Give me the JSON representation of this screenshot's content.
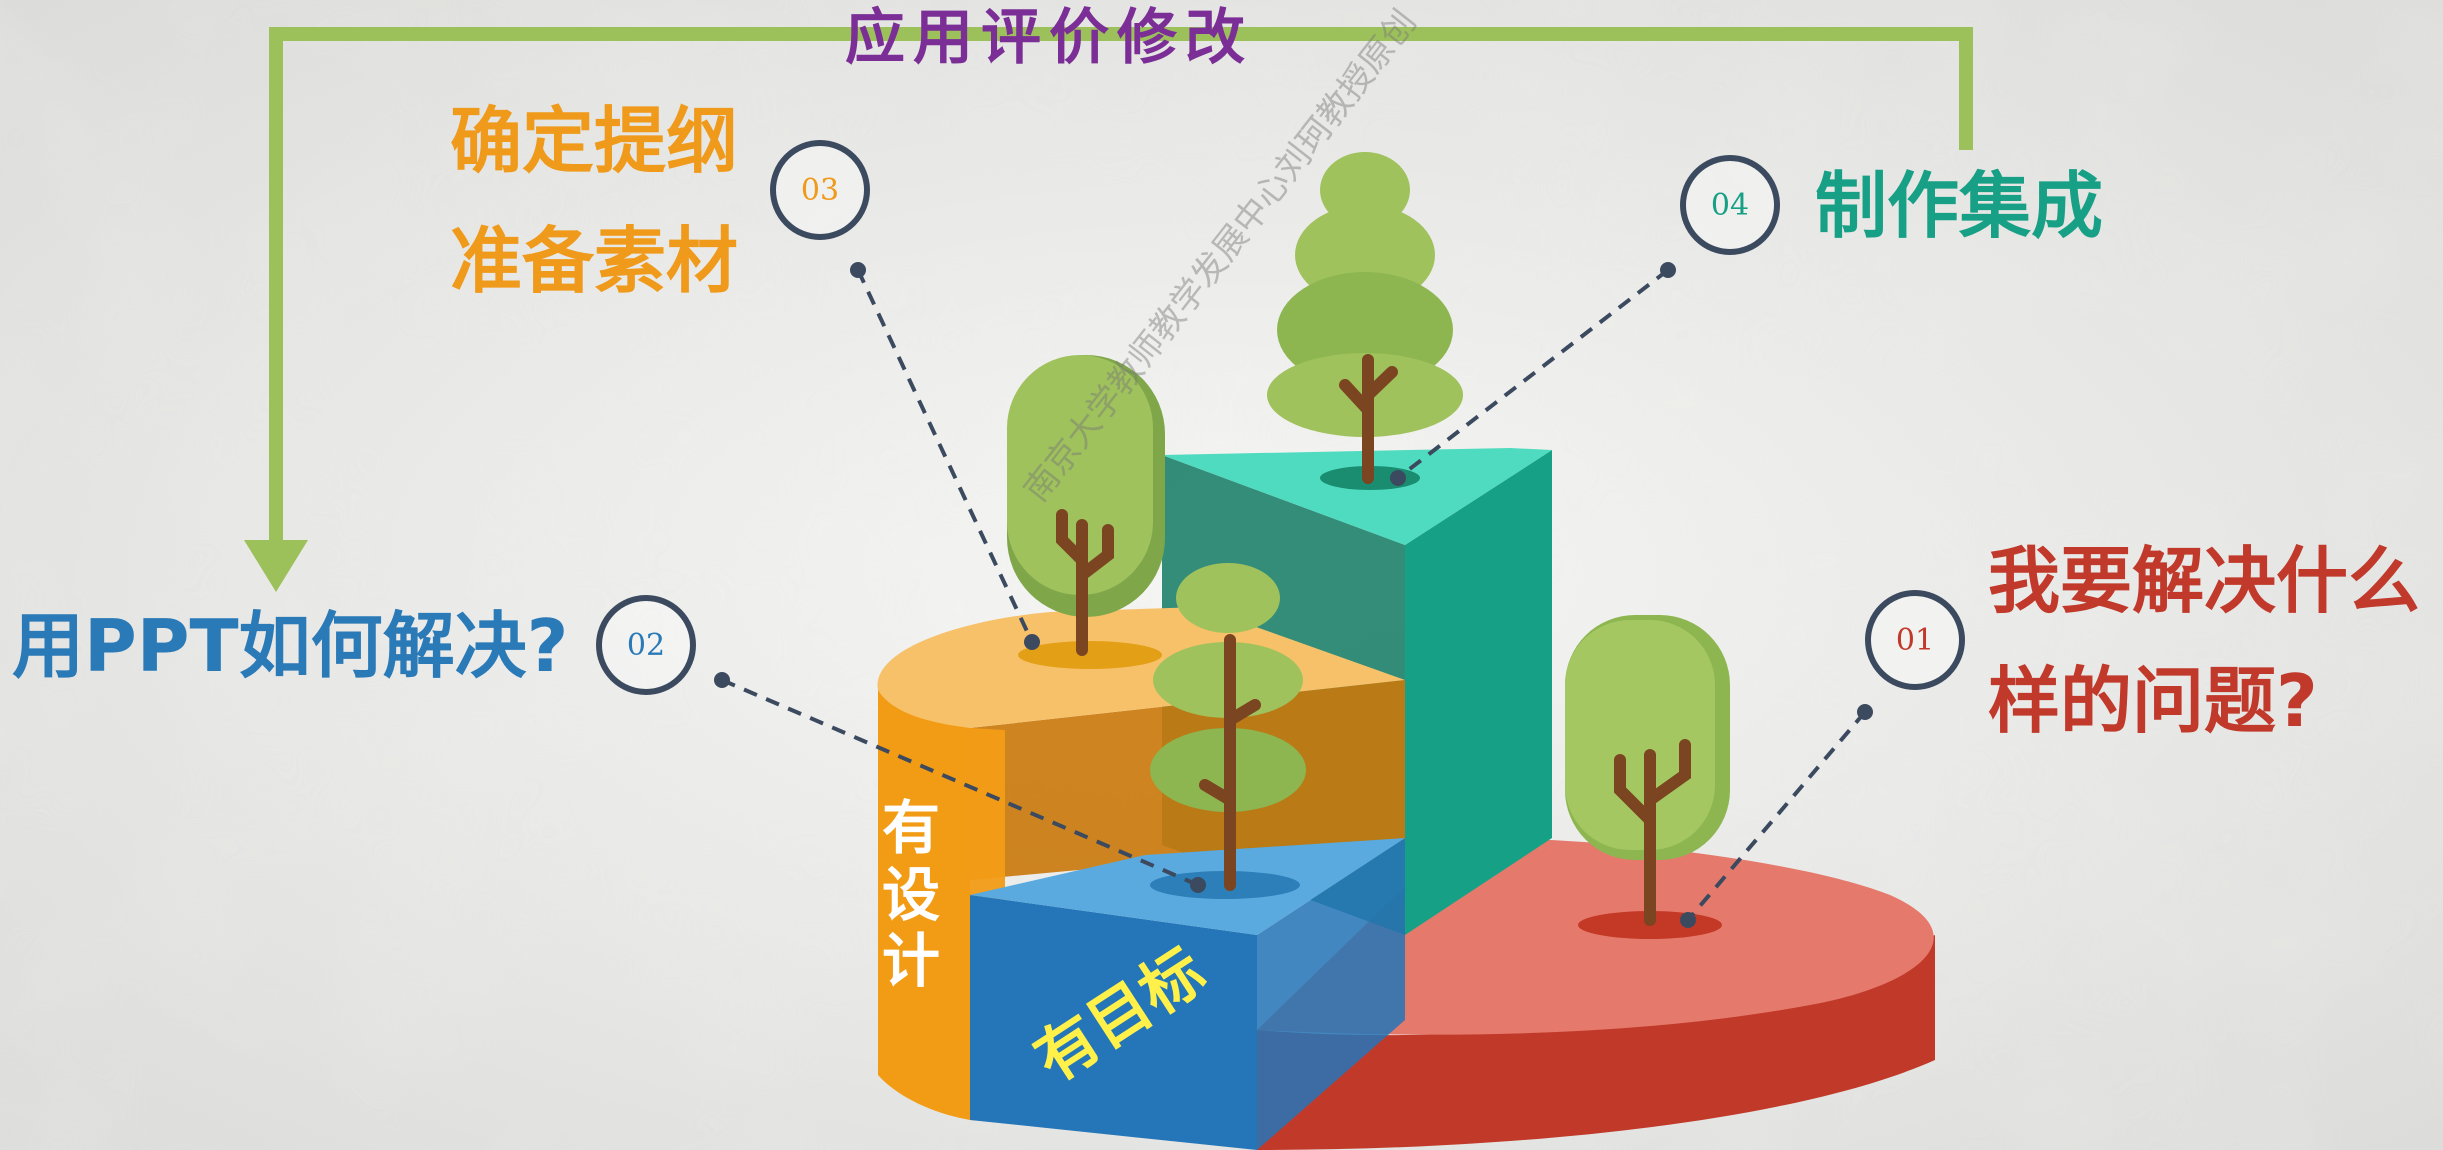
{
  "feedback_loop": {
    "label": "应用评价修改",
    "color": "#7a2e96",
    "arrow_color": "#9dc15a"
  },
  "steps": [
    {
      "number": "01",
      "lines": [
        "我要解决什么",
        "样的问题?"
      ],
      "color": "#c0392b"
    },
    {
      "number": "02",
      "lines": [
        "用PPT如何解决?"
      ],
      "color": "#2a7ab8"
    },
    {
      "number": "03",
      "lines": [
        "确定提纲",
        "准备素材"
      ],
      "color": "#ef9a1a"
    },
    {
      "number": "04",
      "lines": [
        "制作集成"
      ],
      "color": "#17a085"
    }
  ],
  "segment_labels": {
    "design": "有设计",
    "goal": "有目标"
  },
  "segment_colors": {
    "red": "#e57a6c",
    "red_side": "#c13a29",
    "blue": "#5aaadf",
    "blue_side": "#2476b8",
    "orange": "#f7c16a",
    "orange_side": "#f29c16",
    "teal": "#4fdbbf",
    "teal_side": "#16a085"
  },
  "watermark": "南京大学教师教学发展中心刘珂教授原创"
}
